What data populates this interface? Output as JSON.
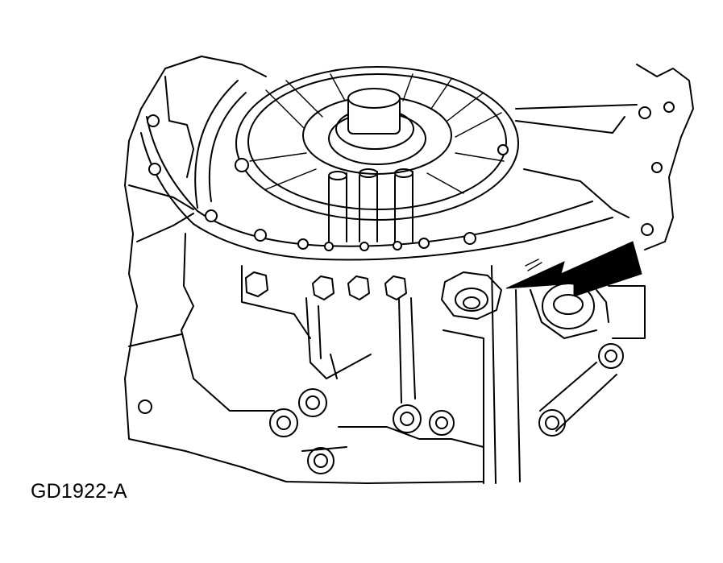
{
  "figure": {
    "code": "GD1922-A",
    "subject": "transaxle-case-drain-plug",
    "arrow_direction": "points-to-drain-plug"
  },
  "colors": {
    "line": "#000000",
    "background": "#ffffff"
  }
}
